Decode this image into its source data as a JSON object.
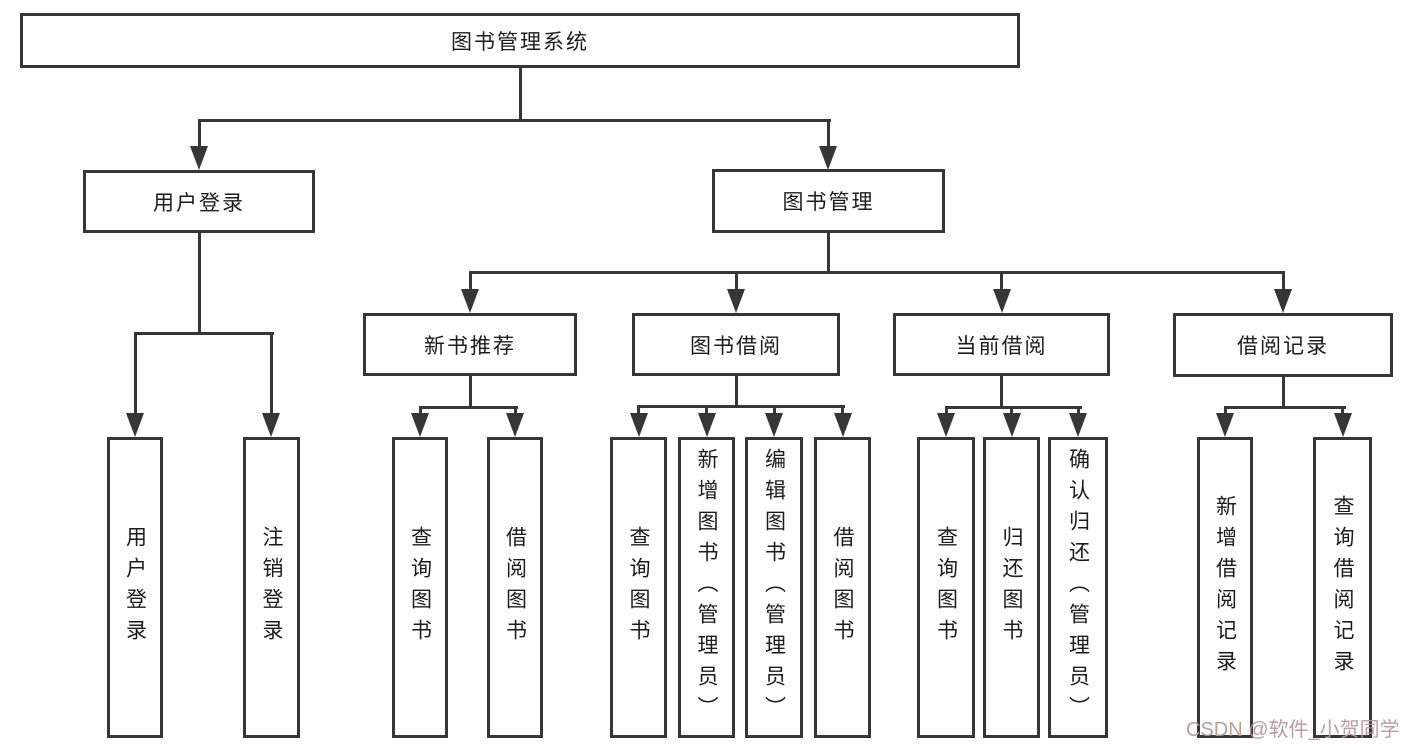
{
  "diagram": {
    "root": "图书管理系统",
    "user_login": {
      "label": "用户登录",
      "children": [
        "用户登录",
        "注销登录"
      ]
    },
    "book_mgmt": {
      "label": "图书管理",
      "sections": {
        "new_book_rec": {
          "label": "新书推荐",
          "children": [
            "查询图书",
            "借阅图书"
          ]
        },
        "book_borrow": {
          "label": "图书借阅",
          "children": [
            "查询图书",
            "新增图书（管理员）",
            "编辑图书（管理员）",
            "借阅图书"
          ]
        },
        "current_borrow": {
          "label": "当前借阅",
          "children": [
            "查询图书",
            "归还图书",
            "确认归还（管理员）"
          ]
        },
        "borrow_records": {
          "label": "借阅记录",
          "children": [
            "新增借阅记录",
            "查询借阅记录"
          ]
        }
      }
    }
  },
  "watermark": "CSDN @软件_小贺同学",
  "colors": {
    "line": "#363636",
    "box_background": "#ffffff",
    "text": "#1c1c1c",
    "watermark": "#b69898",
    "page_background": "#ffffff"
  }
}
